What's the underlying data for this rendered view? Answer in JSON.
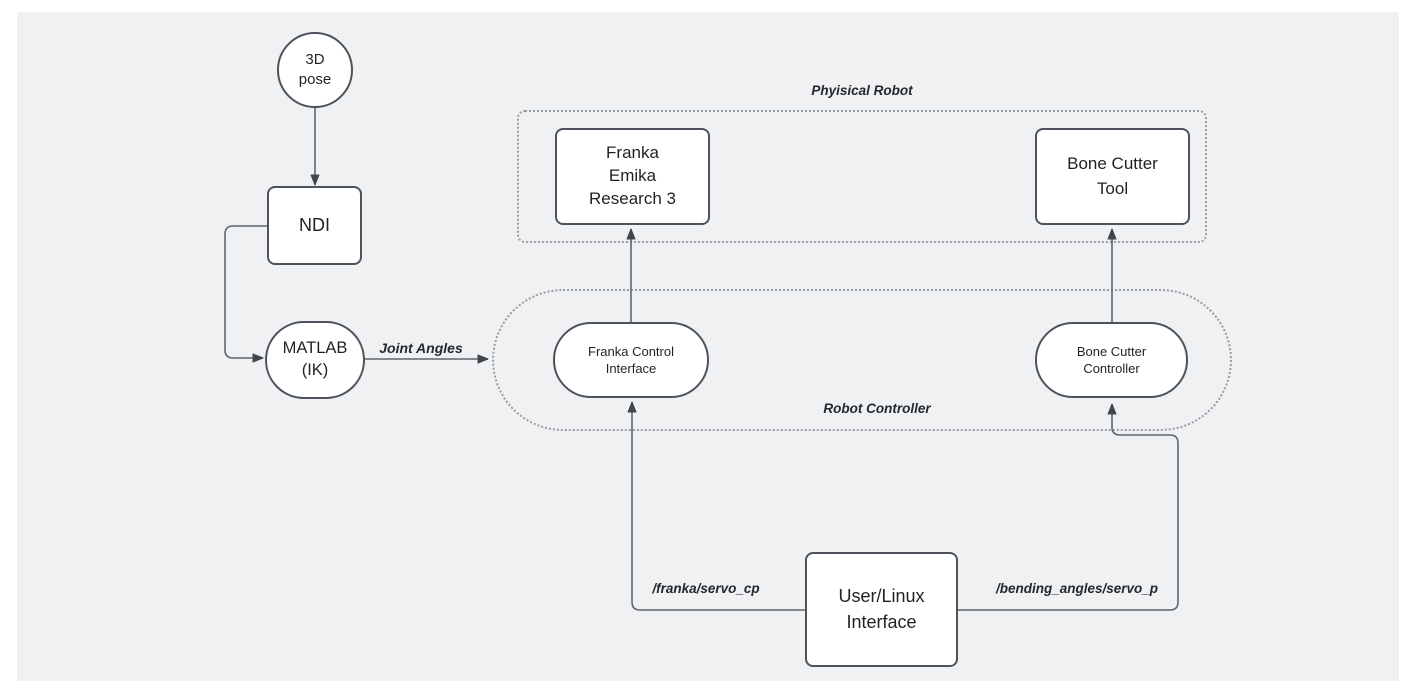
{
  "nodes": {
    "pose": {
      "lines": [
        "3D",
        "pose"
      ]
    },
    "ndi": {
      "lines": [
        "NDI"
      ]
    },
    "matlab": {
      "lines": [
        "MATLAB",
        "(IK)"
      ]
    },
    "franka_robot": {
      "lines": [
        "Franka",
        "Emika",
        "Research 3"
      ]
    },
    "bone_cutter_tool": {
      "lines": [
        "Bone Cutter",
        "Tool"
      ]
    },
    "franka_control_interface": {
      "lines": [
        "Franka Control",
        "Interface"
      ]
    },
    "bone_cutter_controller": {
      "lines": [
        "Bone Cutter",
        "Controller"
      ]
    },
    "user_interface": {
      "lines": [
        "User/Linux",
        "Interface"
      ]
    }
  },
  "containers": {
    "physical_robot": {
      "label": "Phyisical Robot"
    },
    "robot_controller": {
      "label": "Robot Controller"
    }
  },
  "edge_labels": {
    "joint_angles": "Joint Angles",
    "franka_topic": "/franka/servo_cp",
    "bending_topic": "/bending_angles/servo_p"
  },
  "colors": {
    "canvas_bg": "#f0f1f3",
    "shape_fill": "#ffffff",
    "shape_stroke": "#4c535a",
    "edge_stroke": "#5f666d",
    "arrowhead_fill": "#3f464d",
    "dotted_stroke": "#989da2",
    "text": "#1e2227"
  }
}
